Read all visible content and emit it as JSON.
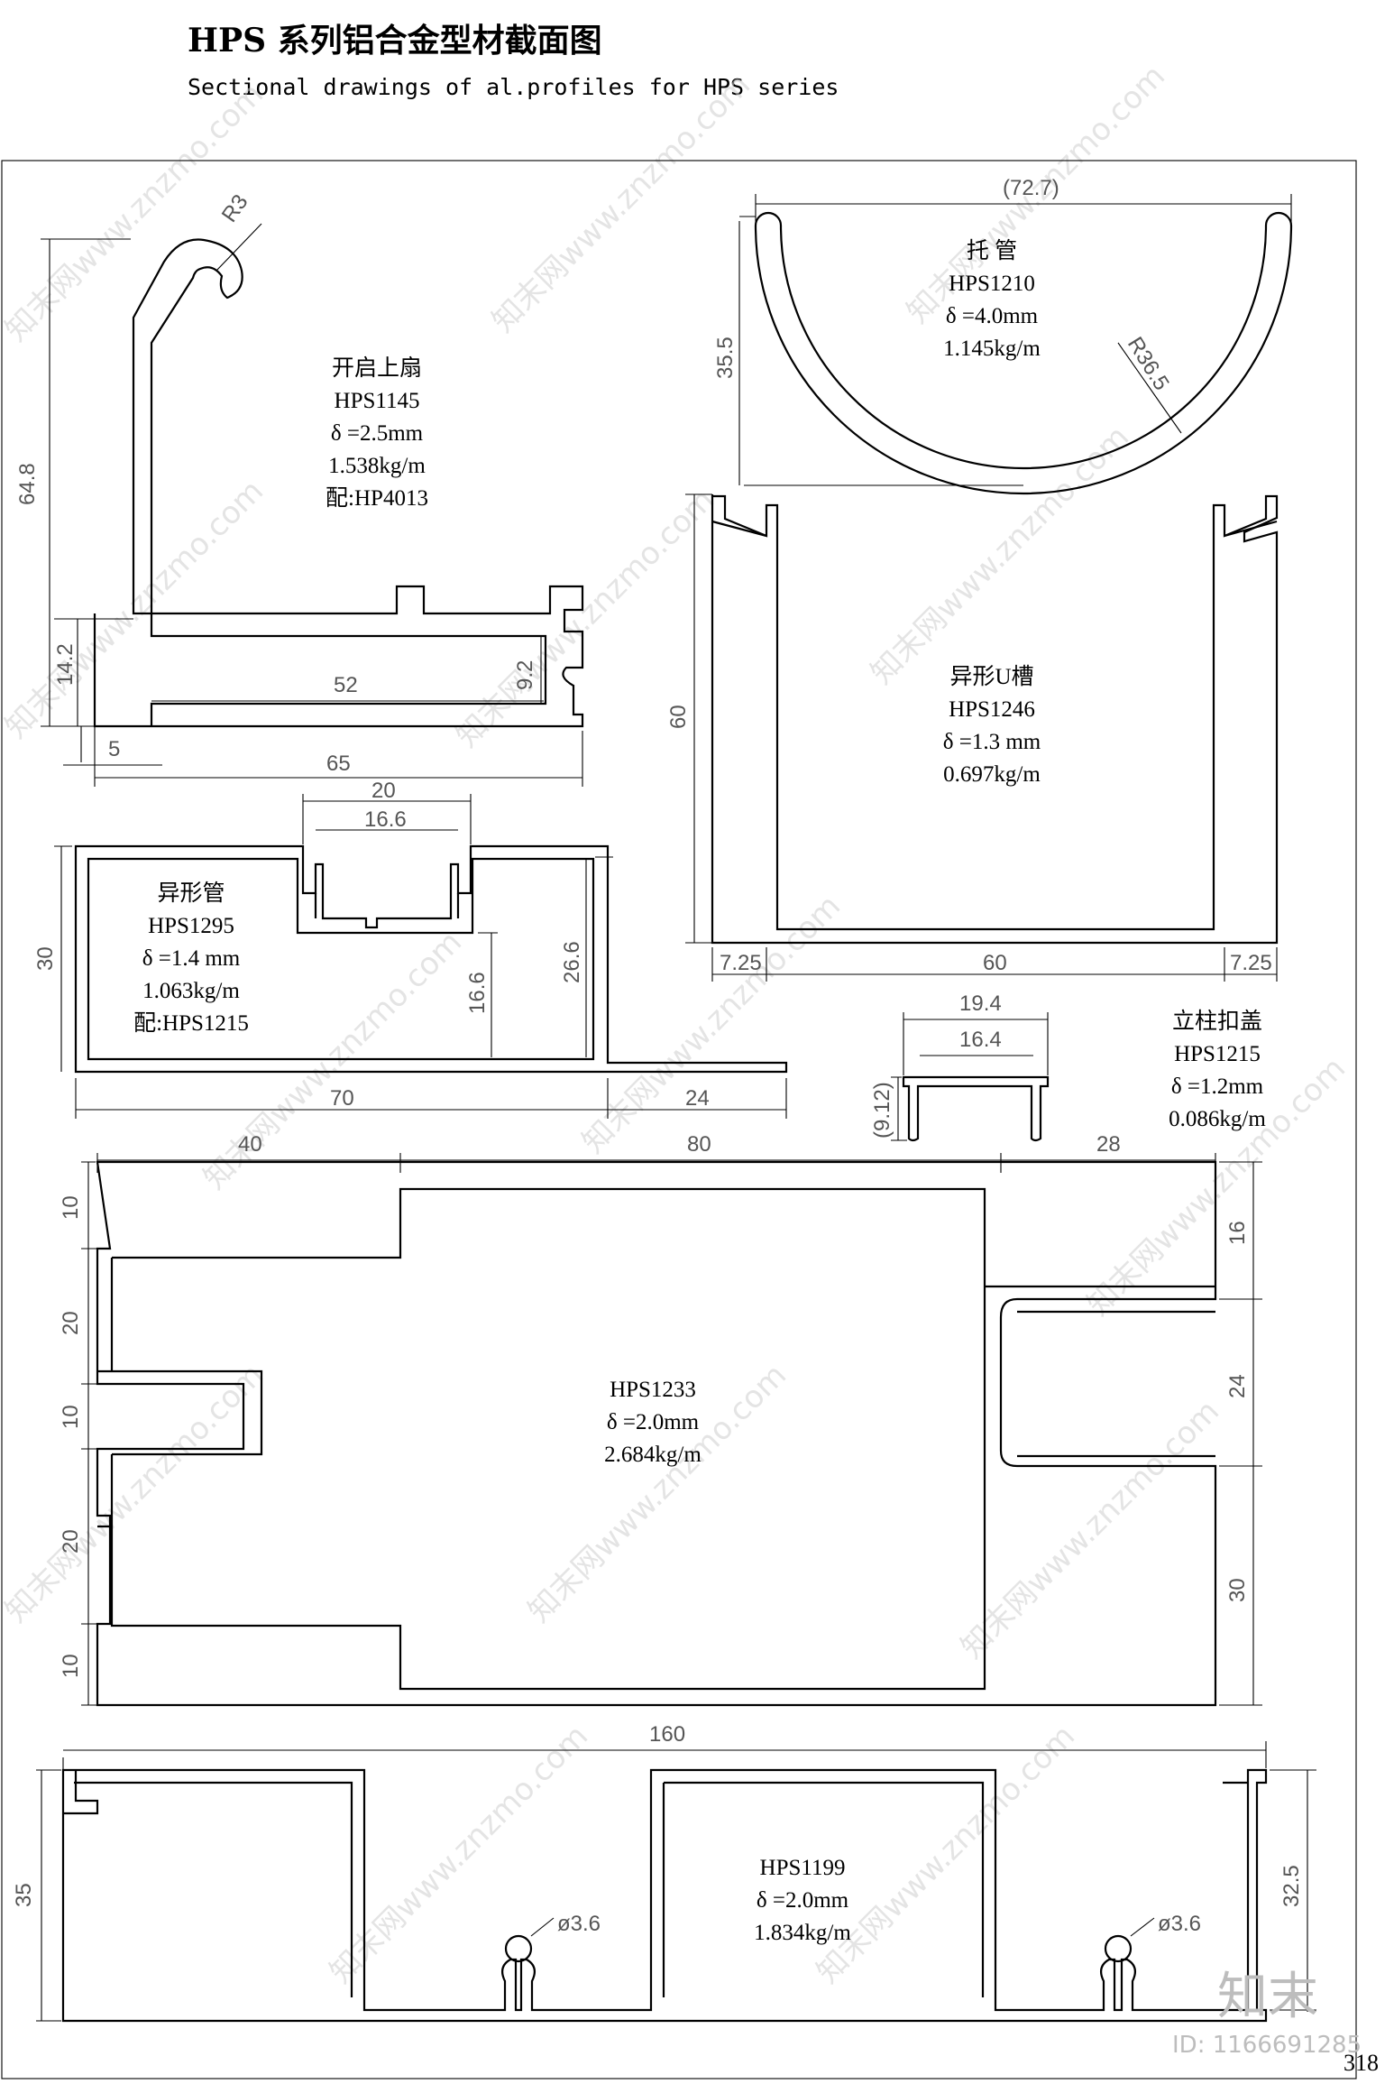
{
  "header": {
    "title": "HPS 系列铝合金型材截面图",
    "subtitle": "Sectional drawings of al.profiles for HPS series"
  },
  "page_number": "318",
  "watermark": {
    "brand": "知末",
    "id": "ID: 1166691285",
    "pattern": "知末网www.znzmo.com"
  },
  "profiles": {
    "hps1145": {
      "name": "开启上扇",
      "code": "HPS1145",
      "thickness": "δ =2.5mm",
      "weight": "1.538kg/m",
      "match": "配:HP4013",
      "dims": {
        "radius": "R3",
        "height": "64.8",
        "lower": "14.2",
        "inner_w": "52",
        "inner_h": "9.2",
        "lip": "5",
        "width": "65"
      }
    },
    "hps1210": {
      "name": "托 管",
      "code": "HPS1210",
      "thickness": "δ =4.0mm",
      "weight": "1.145kg/m",
      "dims": {
        "width": "(72.7)",
        "height": "35.5",
        "radius": "R36.5"
      }
    },
    "hps1246": {
      "name": "异形U槽",
      "code": "HPS1246",
      "thickness": "δ =1.3 mm",
      "weight": "0.697kg/m",
      "dims": {
        "height": "60",
        "left": "7.25",
        "middle": "60",
        "right": "7.25"
      }
    },
    "hps1295": {
      "name": "异形管",
      "code": "HPS1295",
      "thickness": "δ =1.4 mm",
      "weight": "1.063kg/m",
      "match": "配:HPS1215",
      "dims": {
        "top_w": "20",
        "top_inner": "16.6",
        "height": "30",
        "h_right": "26.6",
        "h_inner": "16.6",
        "width": "70",
        "tail": "24"
      }
    },
    "hps1215": {
      "name": "立柱扣盖",
      "code": "HPS1215",
      "thickness": "δ =1.2mm",
      "weight": "0.086kg/m",
      "dims": {
        "outer_w": "19.4",
        "inner_w": "16.4",
        "height": "(9.12)"
      }
    },
    "hps1233": {
      "code": "HPS1233",
      "thickness": "δ =2.0mm",
      "weight": "2.684kg/m",
      "dims": {
        "w_left": "40",
        "w_mid": "80",
        "w_right": "28",
        "left_stack": [
          "10",
          "20",
          "10",
          "20",
          "10"
        ],
        "right_stack": [
          "16",
          "24",
          "30"
        ]
      }
    },
    "hps1199": {
      "code": "HPS1199",
      "thickness": "δ =2.0mm",
      "weight": "1.834kg/m",
      "dims": {
        "width": "160",
        "height": "35",
        "right_h": "32.5",
        "hole_left": "ø3.6",
        "hole_right": "ø3.6"
      }
    }
  }
}
